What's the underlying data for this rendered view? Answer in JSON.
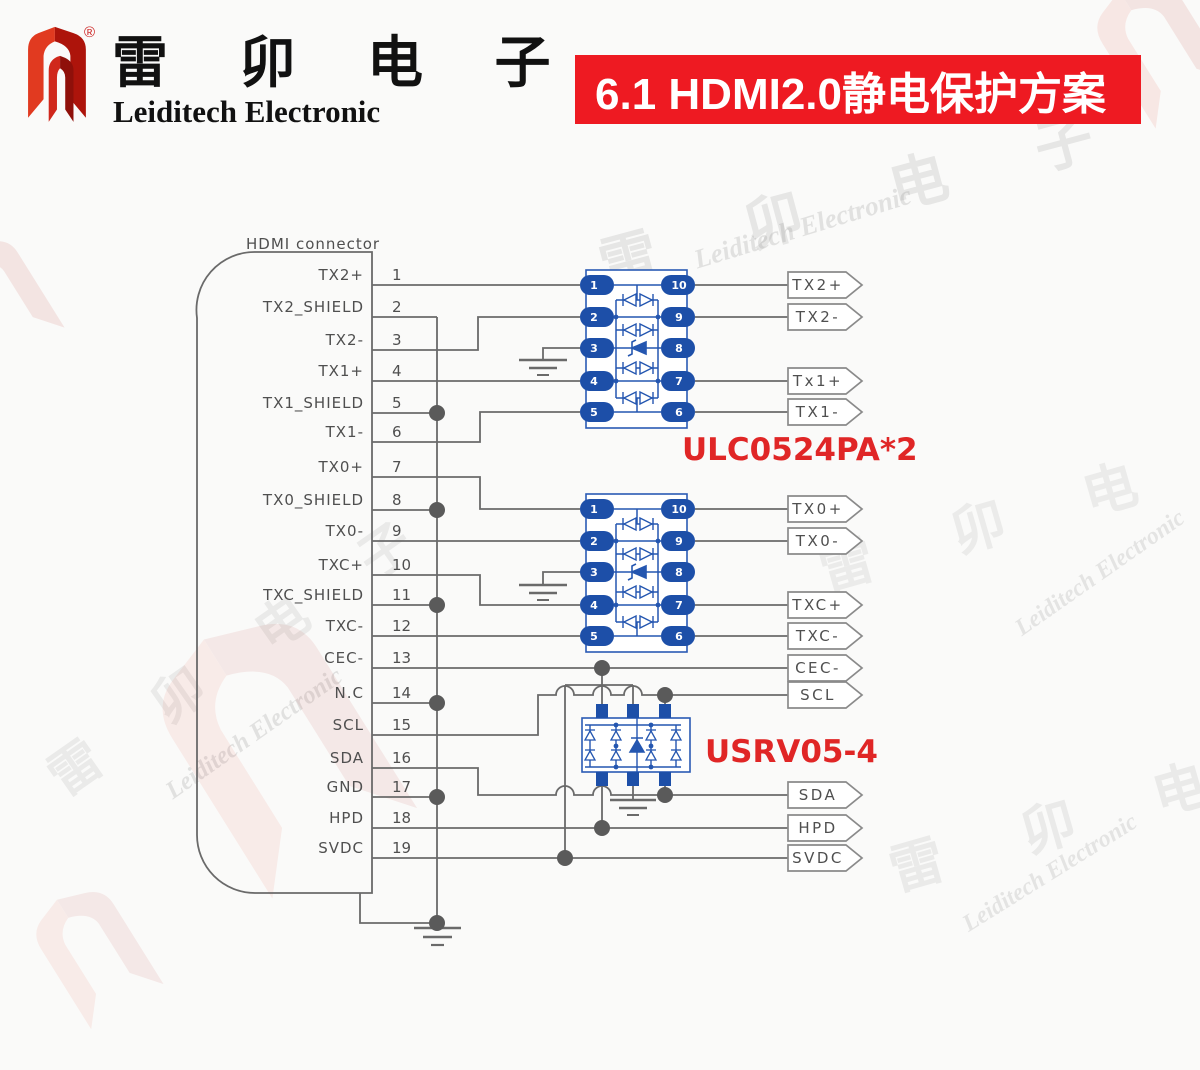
{
  "header": {
    "brand_cn": "雷 卯 电 子",
    "brand_en": "Leiditech Electronic",
    "reg_mark": "®",
    "banner_title": "6.1 HDMI2.0静电保护方案"
  },
  "connector": {
    "title": "HDMI connector",
    "pins": [
      {
        "num": "1",
        "label": "TX2+"
      },
      {
        "num": "2",
        "label": "TX2_SHIELD"
      },
      {
        "num": "3",
        "label": "TX2-"
      },
      {
        "num": "4",
        "label": "TX1+"
      },
      {
        "num": "5",
        "label": "TX1_SHIELD"
      },
      {
        "num": "6",
        "label": "TX1-"
      },
      {
        "num": "7",
        "label": "TX0+"
      },
      {
        "num": "8",
        "label": "TX0_SHIELD"
      },
      {
        "num": "9",
        "label": "TX0-"
      },
      {
        "num": "10",
        "label": "TXC+"
      },
      {
        "num": "11",
        "label": "TXC_SHIELD"
      },
      {
        "num": "12",
        "label": "TXC-"
      },
      {
        "num": "13",
        "label": "CEC-"
      },
      {
        "num": "14",
        "label": "N.C"
      },
      {
        "num": "15",
        "label": "SCL"
      },
      {
        "num": "16",
        "label": "SDA"
      },
      {
        "num": "17",
        "label": "GND"
      },
      {
        "num": "18",
        "label": "HPD"
      },
      {
        "num": "19",
        "label": "SVDC"
      }
    ]
  },
  "ics": {
    "ulc_label": "ULC0524PA*2",
    "usrv_label": "USRV05-4",
    "left_pin_nums": [
      "1",
      "2",
      "3",
      "4",
      "5"
    ],
    "right_pin_nums": [
      "10",
      "9",
      "8",
      "7",
      "6"
    ]
  },
  "flags": [
    "TX2+",
    "TX2-",
    "Tx1+",
    "TX1-",
    "TX0+",
    "TX0-",
    "TXC+",
    "TXC-",
    "CEC-",
    "SCL",
    "SDA",
    "HPD",
    "SVDC"
  ],
  "watermark": {
    "cn": "雷 卯 电 子",
    "en": "Leiditech Electronic"
  },
  "colors": {
    "banner_red": "#ee1a22",
    "label_red": "#e02626",
    "ic_blue": "#1d4fa8",
    "wire_gray": "#6a6a6a"
  }
}
